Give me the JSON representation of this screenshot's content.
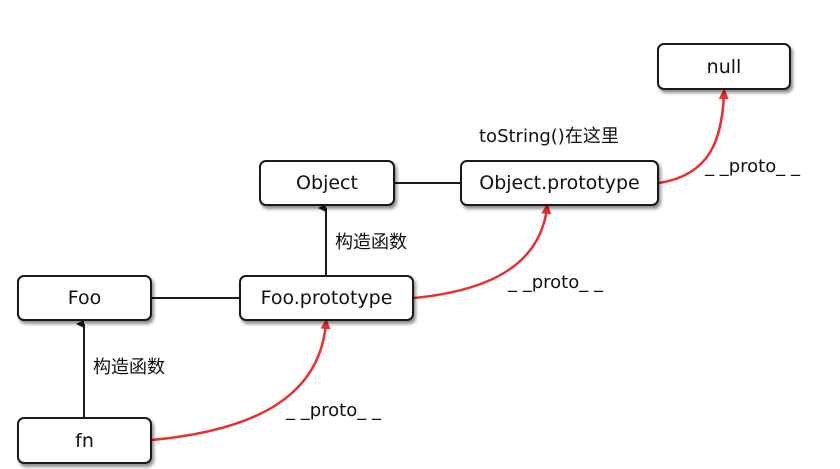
{
  "nodes": {
    "null": "null",
    "object": "Object",
    "object_prototype": "Object.prototype",
    "foo": "Foo",
    "foo_prototype": "Foo.prototype",
    "fn": "fn"
  },
  "labels": {
    "tostring_note": "toString()在这里",
    "constructor_1": "构造函数",
    "constructor_2": "构造函数",
    "proto_1": "_ _proto_ _",
    "proto_2": "_ _proto_ _",
    "proto_3": "_ _proto_ _"
  },
  "colors": {
    "proto_arrow": "#e8302f",
    "constructor_arrow": "#1a1a1a",
    "box_border": "#1a1a1a"
  }
}
